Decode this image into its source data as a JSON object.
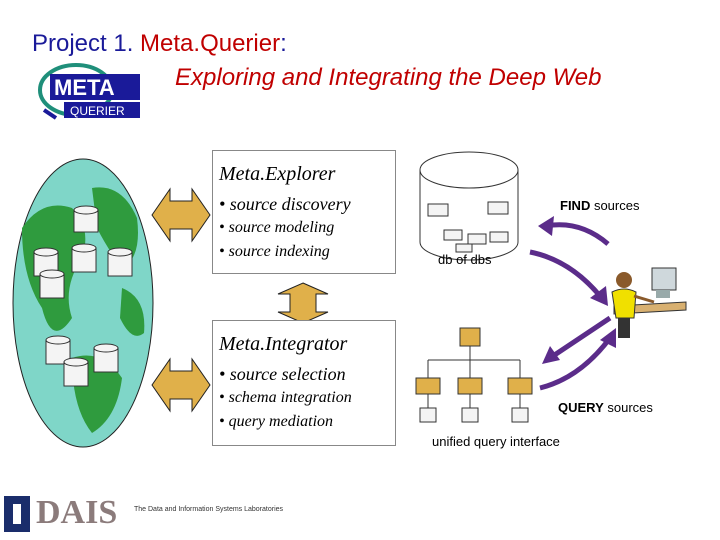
{
  "title": {
    "prefix": "Project 1. ",
    "name": "Meta.Querier",
    "colon": ":",
    "subtitle": "Exploring and Integrating the Deep Web"
  },
  "logo": {
    "top": "META",
    "bottom": "QUERIER"
  },
  "explorer": {
    "heading": "Meta.Explorer",
    "items": [
      "• source discovery",
      "• source modeling",
      "• source indexing"
    ]
  },
  "integrator": {
    "heading": "Meta.Integrator",
    "items": [
      "• source selection",
      "• schema integration",
      "• query mediation"
    ]
  },
  "labels": {
    "find_bold": "FIND",
    "find_rest": " sources",
    "db_of_dbs": "db of dbs",
    "query_bold": "QUERY",
    "query_rest": " sources",
    "unified": "unified query interface"
  },
  "footer": {
    "logo_text": "DAIS",
    "lab_name": "The Data and Information Systems Laboratories"
  },
  "colors": {
    "title": "#1a1a99",
    "accent": "#c00000",
    "arrow": "#e0b04a",
    "globe": "#7fd6c8",
    "land": "#2f9b3e",
    "curve": "#5b2c8a"
  }
}
